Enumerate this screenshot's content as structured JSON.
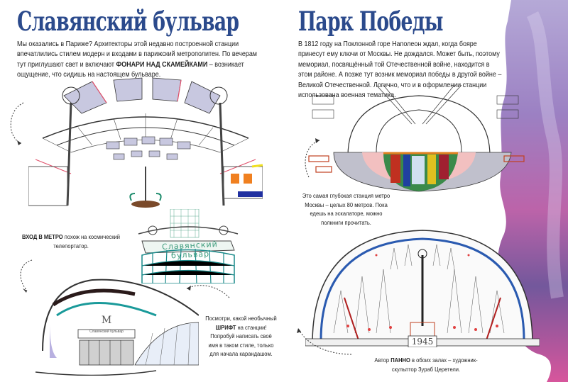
{
  "left_page": {
    "title": "Славянский бульвар",
    "intro": {
      "part1": "Мы оказались в Париже? Архитекторы этой недавно построенной станции впечатлились стилем модерн и входами в парижский метрополитен. По вечерам тут приглушают свет и включают ",
      "bold": "ФОНАРИ НАД СКАМЕЙКАМИ",
      "part2": " – возникает ощущение, что сидишь на настоящем бульваре."
    },
    "sign_text": "Славянский бульвар",
    "entrance_sign_text": "Славянский бульвар",
    "caption_entrance": {
      "bold": "ВХОД В МЕТРО",
      "rest": " похож на космический телепортатор."
    },
    "caption_font": {
      "part1": "Посмотри, какой необычный ",
      "bold": "ШРИФТ",
      "part2": " на станции! Попробуй написать своё имя в таком стиле, только для начала карандашом."
    }
  },
  "right_page": {
    "title": "Парк Победы",
    "intro": "В 1812 году на Поклонной горе Наполеон ждал, когда бояре принесут ему ключи от Москвы. Не дождался. Может быть, поэтому мемориал, посвящённый той Отечественной войне, находится в этом районе. А позже тут возник мемориал победы в другой войне – Великой Отечественной. Логично, что и в оформлении станции использована военная тематика.",
    "caption_depth": "Это самая глубокая станция метро Москвы – целых 80 метров. Пока едешь на эскалаторе, можно полкниги прочитать.",
    "panel_year": "1945",
    "caption_author": {
      "part1": "Автор ",
      "bold": "ПАННО",
      "part2": " в обоих залах – художник-скульптор Зураб Церетели."
    }
  },
  "colors": {
    "title_blue": "#2b4a8c",
    "watercolor_purple": "#7a5aa8",
    "watercolor_magenta": "#c8307a",
    "sign_green": "#3a9a7a",
    "teal": "#1a8a8a"
  }
}
